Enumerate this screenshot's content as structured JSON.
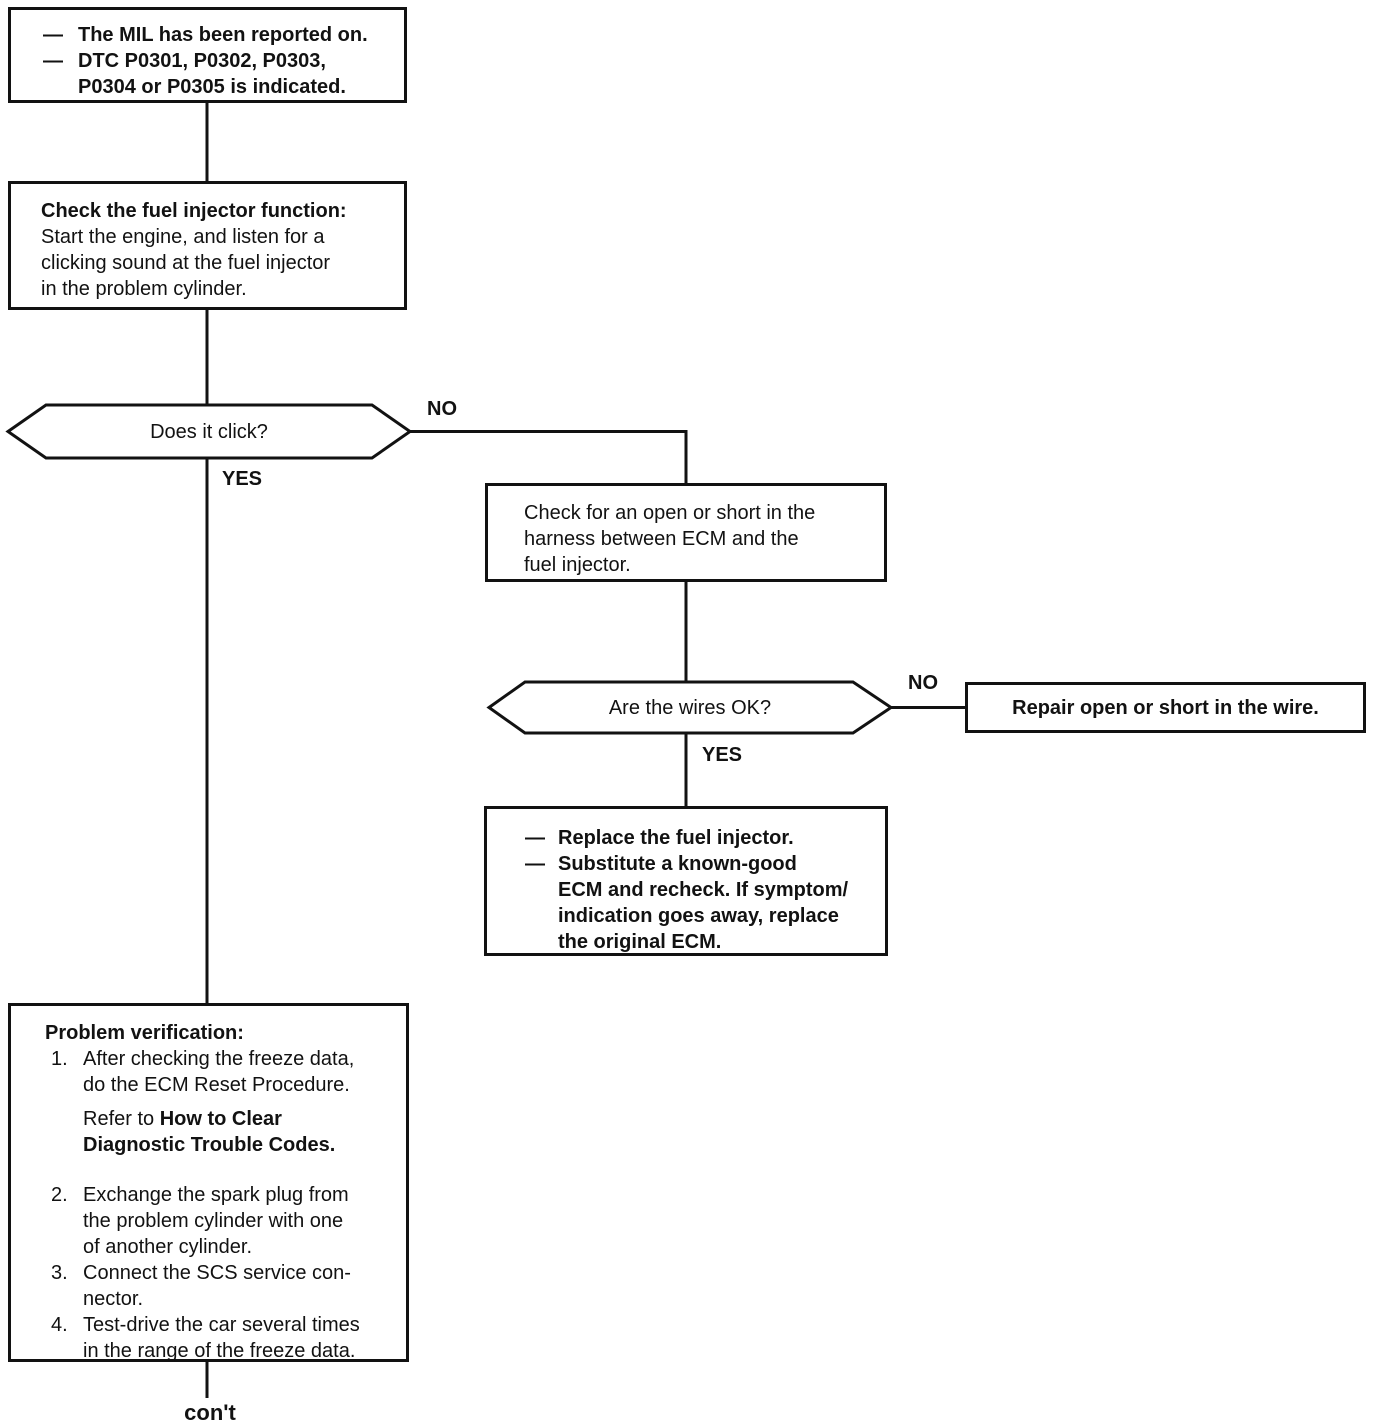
{
  "glyphs": {
    "dash": "—"
  },
  "labels": {
    "yes": "YES",
    "no": "NO",
    "continuation": "con't"
  },
  "nodes": {
    "start": {
      "items": [
        "The MIL has been reported on.",
        "DTC P0301, P0302, P0303,\nP0304 or P0305 is indicated."
      ]
    },
    "check_injector": {
      "title": "Check the fuel injector function:",
      "body": "Start the engine, and listen for a\nclicking sound at the fuel injector\nin the problem cylinder."
    },
    "does_it_click": {
      "question": "Does it click?"
    },
    "check_harness": {
      "body": "Check for an open or short in the\nharness between ECM and the\nfuel injector."
    },
    "wires_ok": {
      "question": "Are the wires OK?"
    },
    "repair_wire": {
      "label": "Repair open or short in the wire."
    },
    "replace_injector": {
      "items": [
        "Replace the fuel injector.",
        "Substitute a known-good\nECM and recheck. If symptom/\nindication goes away, replace\nthe original ECM."
      ]
    },
    "problem_verification": {
      "title": "Problem verification:",
      "steps": [
        {
          "num": "1.",
          "text": "After checking the freeze data,\ndo the ECM Reset Procedure."
        },
        {
          "num": "2.",
          "text": "Exchange the spark plug from\nthe problem cylinder with one\nof another cylinder."
        },
        {
          "num": "3.",
          "text": "Connect the SCS service con-\nnector."
        },
        {
          "num": "4.",
          "text": "Test-drive the car several times\nin the range of the freeze data."
        }
      ],
      "note": {
        "prefix": "Refer to ",
        "bold": "How to Clear\nDiagnostic Trouble Codes."
      }
    }
  }
}
